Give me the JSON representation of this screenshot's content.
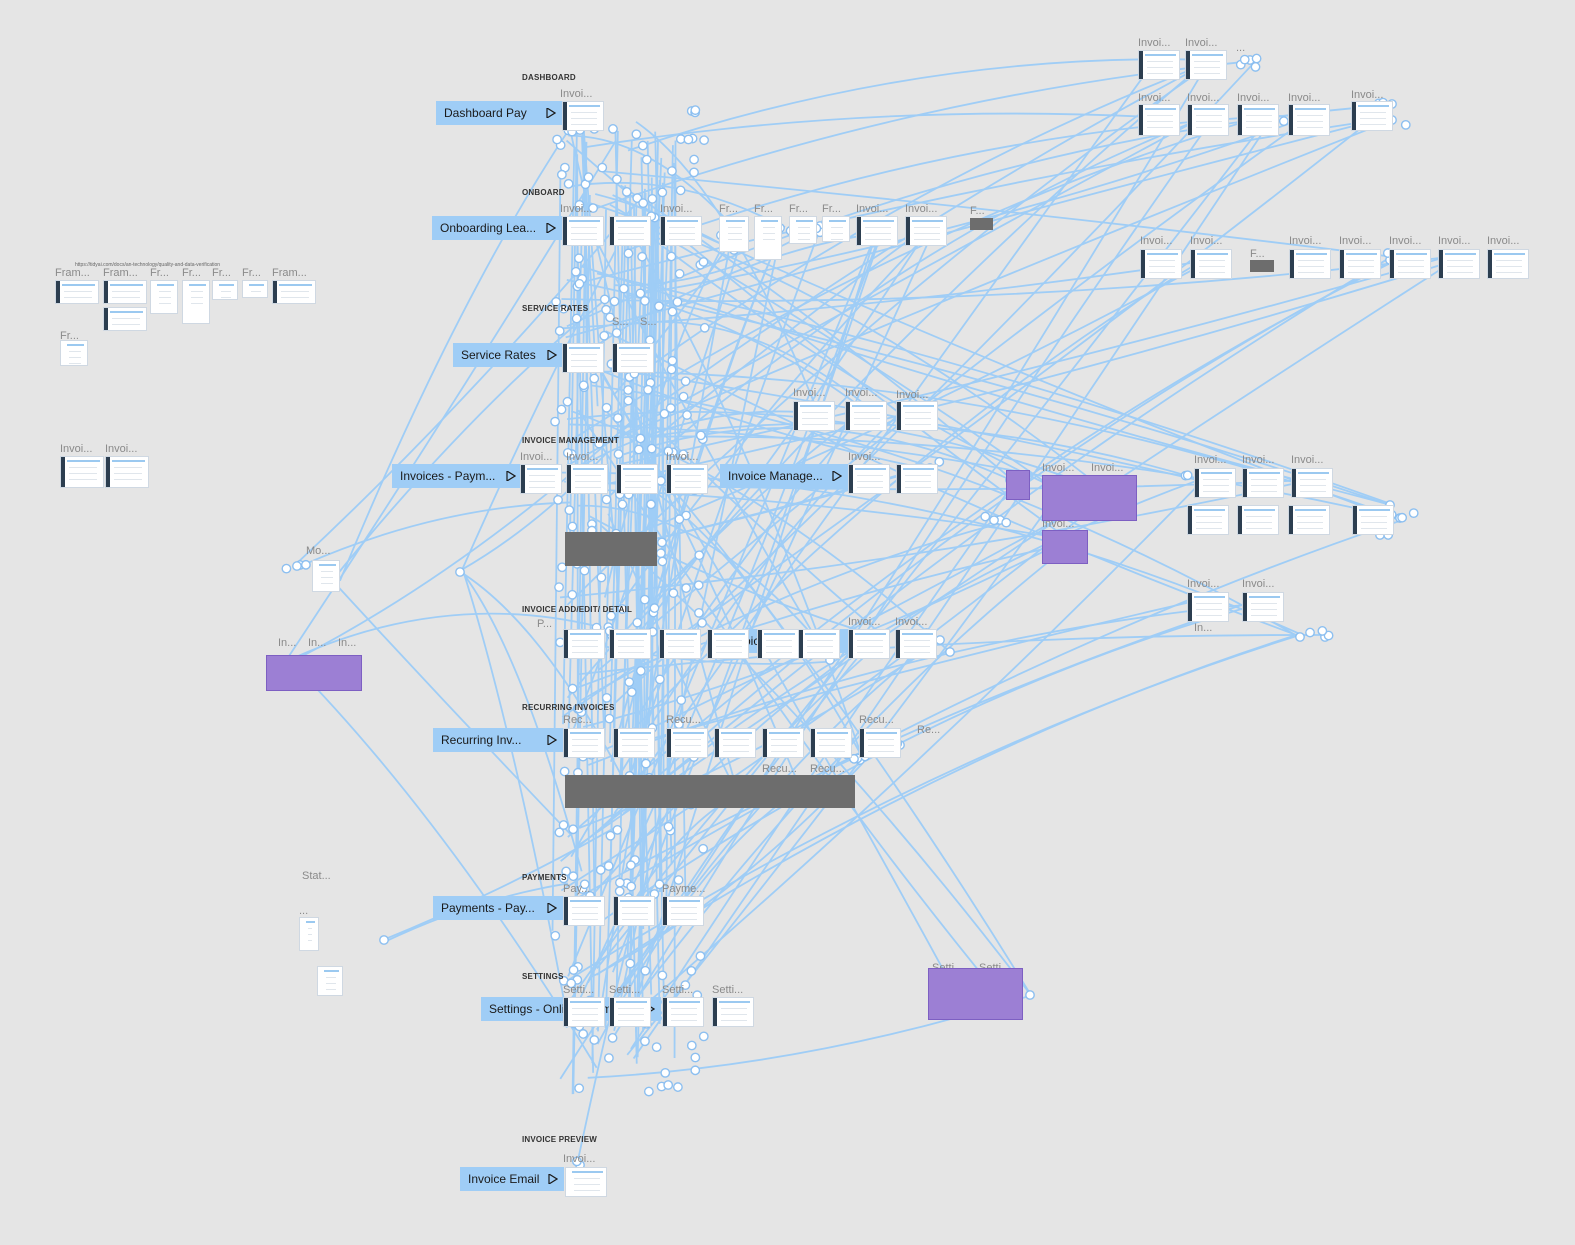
{
  "canvas": {
    "background": "#e5e5e5",
    "accent": "#9fcdf6",
    "link_color": "#9fcdf6"
  },
  "sections": {
    "dashboard": "DASHBOARD",
    "onboard": "ONBOARD",
    "service_rates": "SERVICE RATES",
    "invoice_management": "INVOICE MANAGEMENT",
    "invoice_add_edit": "INVOICE ADD/EDIT/ DETAIL",
    "recurring": "RECURRING INVOICES",
    "payments": "PAYMENTS",
    "settings": "SETTINGS",
    "invoice_preview": "INVOICE PREVIEW"
  },
  "flows": {
    "dashboard": "Dashboard Pay",
    "onboarding": "Onboarding Lea...",
    "service_rates": "Service Rates",
    "invoices": "Invoices - Paym...",
    "invoice_mgmt2": "Invoice Manage...",
    "invoice_detail": "Invoice - Invoice D...",
    "recurring": "Recurring Inv...",
    "payments": "Payments - Pay...",
    "settings": "Settings - Online Payment ...",
    "invoice_email": "Invoice Email"
  },
  "frame_names": {
    "invoi": "Invoi...",
    "fram": "Fram...",
    "fr": "Fr...",
    "f": "F...",
    "recu": "Recu...",
    "rec": "Rec...",
    "re": "Re...",
    "setti": "Setti...",
    "mo": "Mo...",
    "in": "In...",
    "inv": "Inv...",
    "s": "S...",
    "stat": "Stat...",
    "pay": "Pay...",
    "payme": "Payme...",
    "p": "P...",
    "dots": "..."
  },
  "url_note": "https://tidyai.com/docs/an-technology/quality-and-data-verification",
  "icons": [
    "play-icon",
    "component-icon",
    "connector-node-icon"
  ]
}
